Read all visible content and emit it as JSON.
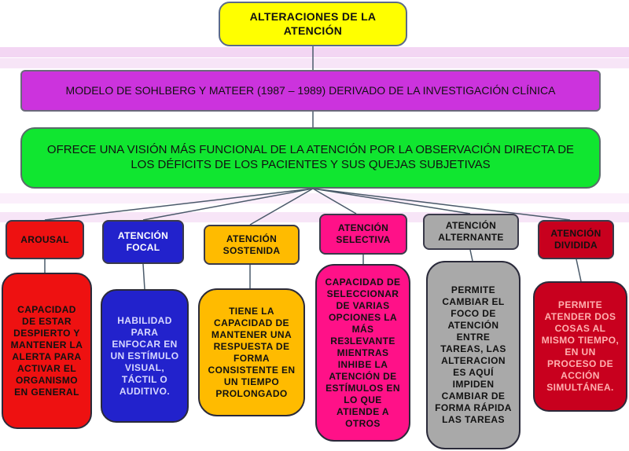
{
  "title": "ALTERACIONES DE LA ATENCIÓN",
  "model": "MODELO DE SOHLBERG Y MATEER (1987 – 1989) DERIVADO DE LA INVESTIGACIÓN CLÍNICA",
  "offer": "OFRECE UNA VISIÓN MÁS FUNCIONAL DE LA ATENCIÓN POR LA OBSERVACIÓN DIRECTA DE LOS DÉFICITS DE LOS PACIENTES Y SUS QUEJAS SUBJETIVAS",
  "categories": [
    {
      "label": "AROUSAL",
      "color": "#ee1111",
      "text_color": "#111111",
      "description": "CAPACIDAD DE ESTAR DESPIERTO Y MANTENER LA ALERTA PARA ACTIVAR EL ORGANISMO EN GENERAL",
      "desc_color": "#ee1111",
      "desc_text_color": "#111111"
    },
    {
      "label": "ATENCIÓN FOCAL",
      "color": "#2222cc",
      "text_color": "#ffffff",
      "description": "HABILIDAD PARA ENFOCAR EN UN ESTÍMULO VISUAL, TÁCTIL O AUDITIVO.",
      "desc_color": "#2222cc",
      "desc_text_color": "#d8d8ff"
    },
    {
      "label": "ATENCIÓN SOSTENIDA",
      "color": "#ffbb00",
      "text_color": "#111111",
      "description": "TIENE LA CAPACIDAD DE MANTENER UNA RESPUESTA DE FORMA CONSISTENTE EN UN TIEMPO PROLONGADO",
      "desc_color": "#ffbb00",
      "desc_text_color": "#111111"
    },
    {
      "label": "ATENCIÓN SELECTIVA",
      "color": "#ff1188",
      "text_color": "#111111",
      "description": "CAPACIDAD DE SELECCIONAR DE VARIAS OPCIONES LA MÁS RE3LEVANTE MIENTRAS INHIBE LA ATENCIÓN DE ESTÍMULOS EN LO QUE ATIENDE A OTROS",
      "desc_color": "#ff1188",
      "desc_text_color": "#111111"
    },
    {
      "label": "ATENCIÓN ALTERNANTE",
      "color": "#a9a9a9",
      "text_color": "#111111",
      "description": "PERMITE CAMBIAR EL FOCO DE ATENCIÓN ENTRE TAREAS, LAS ALTERACION ES AQUÍ IMPIDEN CAMBIAR DE FORMA RÁPIDA LAS TAREAS",
      "desc_color": "#a9a9a9",
      "desc_text_color": "#111111"
    },
    {
      "label": "ATENCIÓN DIVIDIDA",
      "color": "#c8001e",
      "text_color": "#111111",
      "description": "PERMITE ATENDER DOS COSAS AL MISMO TIEMPO, EN UN PROCESO DE ACCIÓN SIMULTÁNEA.",
      "desc_color": "#c8001e",
      "desc_text_color": "#ffb0b0"
    }
  ]
}
